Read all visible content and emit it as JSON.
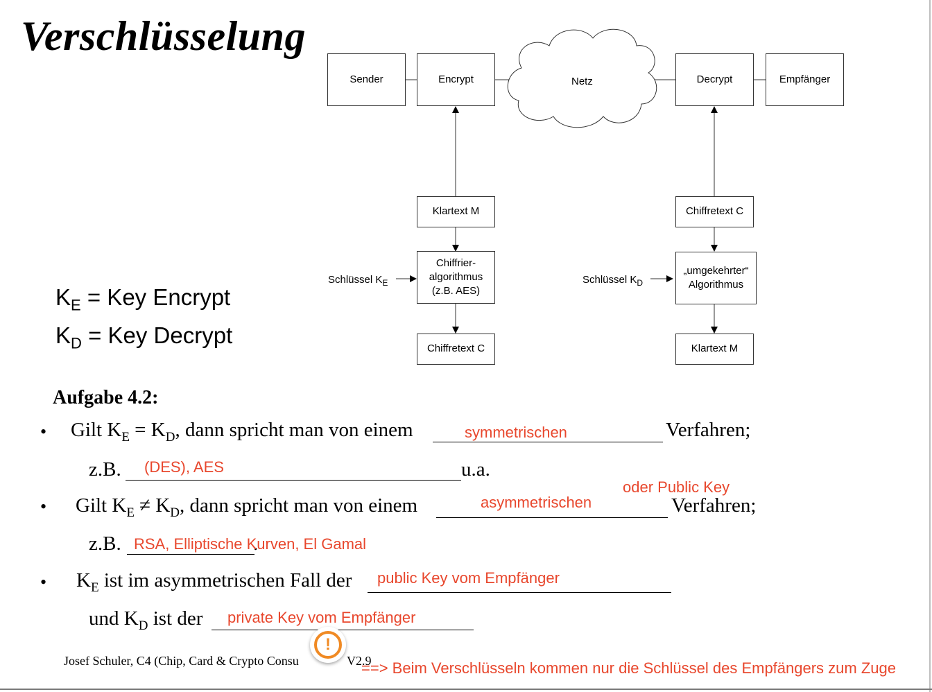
{
  "title": "Verschlüsselung",
  "diagram": {
    "sender": "Sender",
    "encrypt": "Encrypt",
    "netz": "Netz",
    "decrypt": "Decrypt",
    "empfaenger": "Empfänger",
    "klartext_left": "Klartext M",
    "chiffrier_line1": "Chiffrier-",
    "chiffrier_line2": "algorithmus",
    "chiffrier_line3": "(z.B. AES)",
    "chiffretext_left": "Chiffretext C",
    "chiffretext_right": "Chiffretext C",
    "umgekehrt_line1": "„umgekehrter“",
    "umgekehrt_line2": "Algorithmus",
    "klartext_right": "Klartext M",
    "schluessel": "Schlüssel K",
    "sub_e": "E",
    "sub_d": "D"
  },
  "legend": {
    "k": "K",
    "sub_e": "E",
    "sub_d": "D",
    "encrypt_text": " = Key Encrypt",
    "decrypt_text": " = Key Decrypt"
  },
  "exercise": {
    "heading": "Aufgabe 4.2:",
    "bullet": "•",
    "l1_pre": "Gilt K",
    "l1_eq": " = K",
    "l1_post": ", dann spricht man von einem",
    "verfahren": "Verfahren;",
    "zb": "z.B.",
    "ua": "u.a.",
    "l3_pre": "Gilt K",
    "l3_neq": " ≠ K",
    "l3_post": ", dann spricht man von einem",
    "period": ".",
    "l5_pre": "K",
    "l5_post": " ist im asymmetrischen Fall der",
    "l6_pre": "und K",
    "l6_post": " ist der",
    "sub_e": "E",
    "sub_d": "D"
  },
  "answers": {
    "a1": "symmetrischen",
    "a2": "(DES), AES",
    "a3_note": "oder Public Key",
    "a3": "asymmetrischen",
    "a4": "RSA, Elliptische Kurven, El Gamal",
    "a5": "public Key vom Empfänger",
    "a6": "private Key vom Empfänger"
  },
  "footer": {
    "author": "Josef Schuler, C4 (Chip, Card & Crypto Consu",
    "version": "V2.9",
    "note": "==> Beim Verschlüsseln kommen nur die Schlüssel des Empfängers zum Zuge"
  },
  "warning_icon": "exclamation-circle-icon",
  "colors": {
    "annotation": "#e8472d",
    "warning": "#f08a24"
  }
}
